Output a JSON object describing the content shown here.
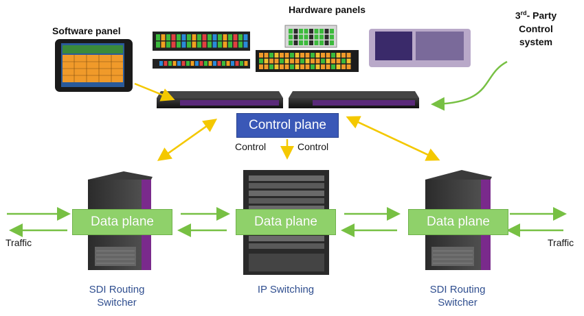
{
  "labels": {
    "software_panel": "Software panel",
    "hardware_panels": "Hardware panels",
    "third_party_line1_base": "3",
    "third_party_line1_sup": "rd",
    "third_party_line1_rest": "- Party",
    "third_party_line2": "Control",
    "third_party_line3": "system",
    "control_plane": "Control plane",
    "control_left": "Control",
    "control_right": "Control",
    "data_plane_left": "Data plane",
    "data_plane_center": "Data plane",
    "data_plane_right": "Data plane",
    "traffic_left": "Traffic",
    "traffic_right": "Traffic",
    "sdi_left_line1": "SDI Routing",
    "sdi_left_line2": "Switcher",
    "ip_switching": "IP Switching",
    "sdi_right_line1": "SDI Routing",
    "sdi_right_line2": "Switcher"
  },
  "colors": {
    "control_plane_fill": "#3a58b7",
    "data_plane_fill": "#8fd16a",
    "yellow_arrow": "#f4c800",
    "green_arrow": "#77c043",
    "blue_label": "#2f4e8f",
    "chassis_purple": "#7a2a8c"
  },
  "icons": {
    "software_panel": "tablet-icon",
    "hardware_panels": "button-panel-icon",
    "controller": "rack-controller-icon",
    "sdi_router": "router-chassis-icon",
    "ip_switch": "network-switch-icon"
  }
}
